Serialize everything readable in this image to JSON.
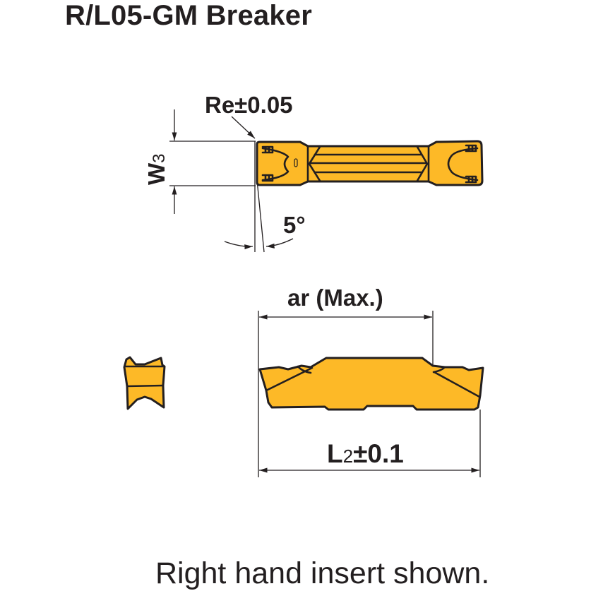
{
  "title": "R/L05-GM Breaker",
  "footer_note": "Right hand insert shown.",
  "colors": {
    "insert_fill": "#fdb927",
    "outline": "#231f20"
  },
  "top_view": {
    "radius_label": "Re±0.05",
    "width_label_main": "W",
    "width_label_sub": "3",
    "angle_label": "5°"
  },
  "front_view": {
    "ar_label": "ar (Max.)",
    "length_label_main": "L",
    "length_label_sub": "2",
    "length_label_tol": "±0.1"
  }
}
